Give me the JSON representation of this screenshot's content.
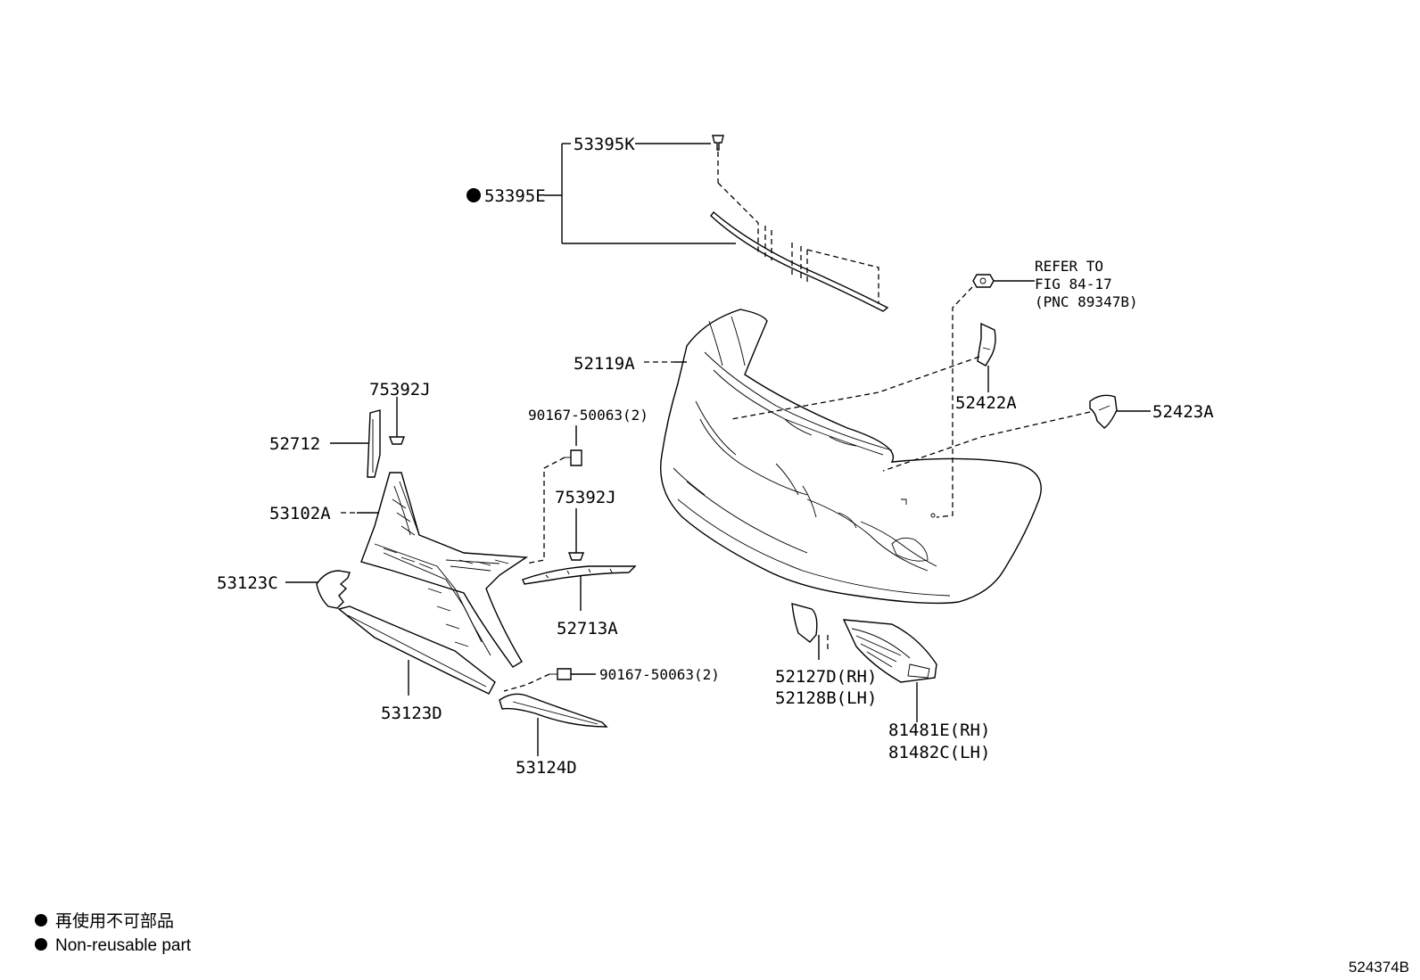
{
  "labels": {
    "p53395K": "53395K",
    "p53395E": "53395E",
    "refer1": "REFER TO",
    "refer2": "FIG 84-17",
    "refer3": "(PNC 89347B)",
    "p52119A": "52119A",
    "p75392J_a": "75392J",
    "p52712": "52712",
    "p90167_a": "90167-50063(2)",
    "p52422A": "52422A",
    "p52423A": "52423A",
    "p53102A": "53102A",
    "p75392J_b": "75392J",
    "p53123C": "53123C",
    "p52713A": "52713A",
    "p52127D": "52127D(RH)",
    "p52128B": "52128B(LH)",
    "p90167_b": "90167-50063(2)",
    "p53123D": "53123D",
    "p81481E": "81481E(RH)",
    "p81482C": "81482C(LH)",
    "p53124D": "53124D"
  },
  "legend": {
    "jp": "再使用不可部品",
    "en": "Non-reusable part"
  },
  "figure_id": "524374B"
}
